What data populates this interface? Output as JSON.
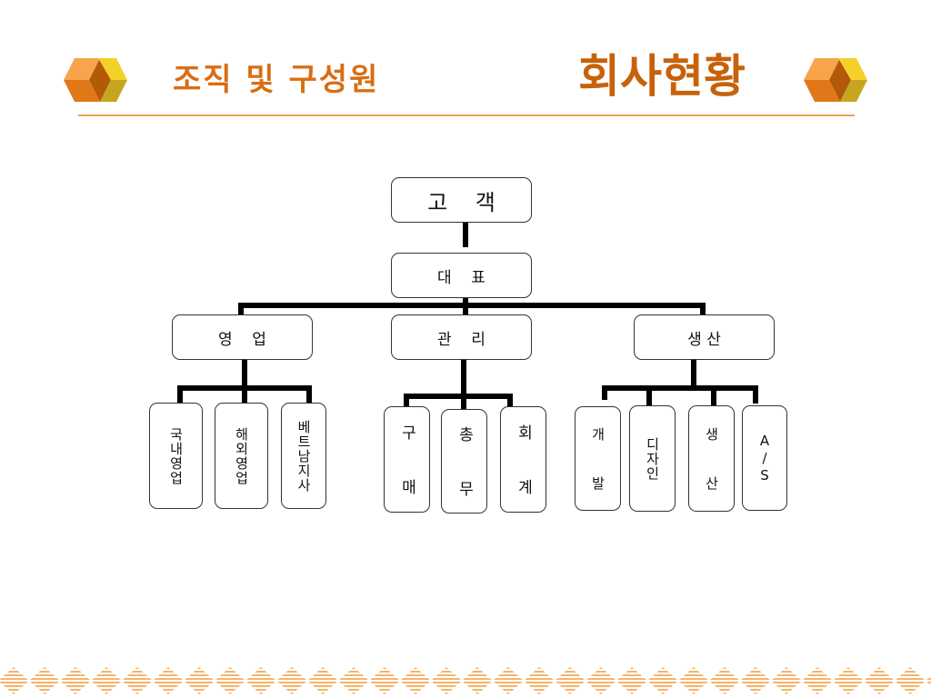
{
  "header": {
    "subtitle": "조직 및 구성원",
    "title": "회사현황",
    "accent": "#D86E14"
  },
  "org": {
    "customer": "고    객",
    "ceo": "대    표",
    "departments": {
      "sales": {
        "label": "영    업",
        "teams": [
          "국내영업",
          "해외영업",
          "베트남지사"
        ]
      },
      "management": {
        "label": "관    리",
        "teams": [
          "구  매",
          "총  무",
          "회  계"
        ]
      },
      "production": {
        "label": "생 산",
        "teams": [
          "개  발",
          "디자인",
          "생  산",
          "A/S"
        ]
      }
    }
  }
}
